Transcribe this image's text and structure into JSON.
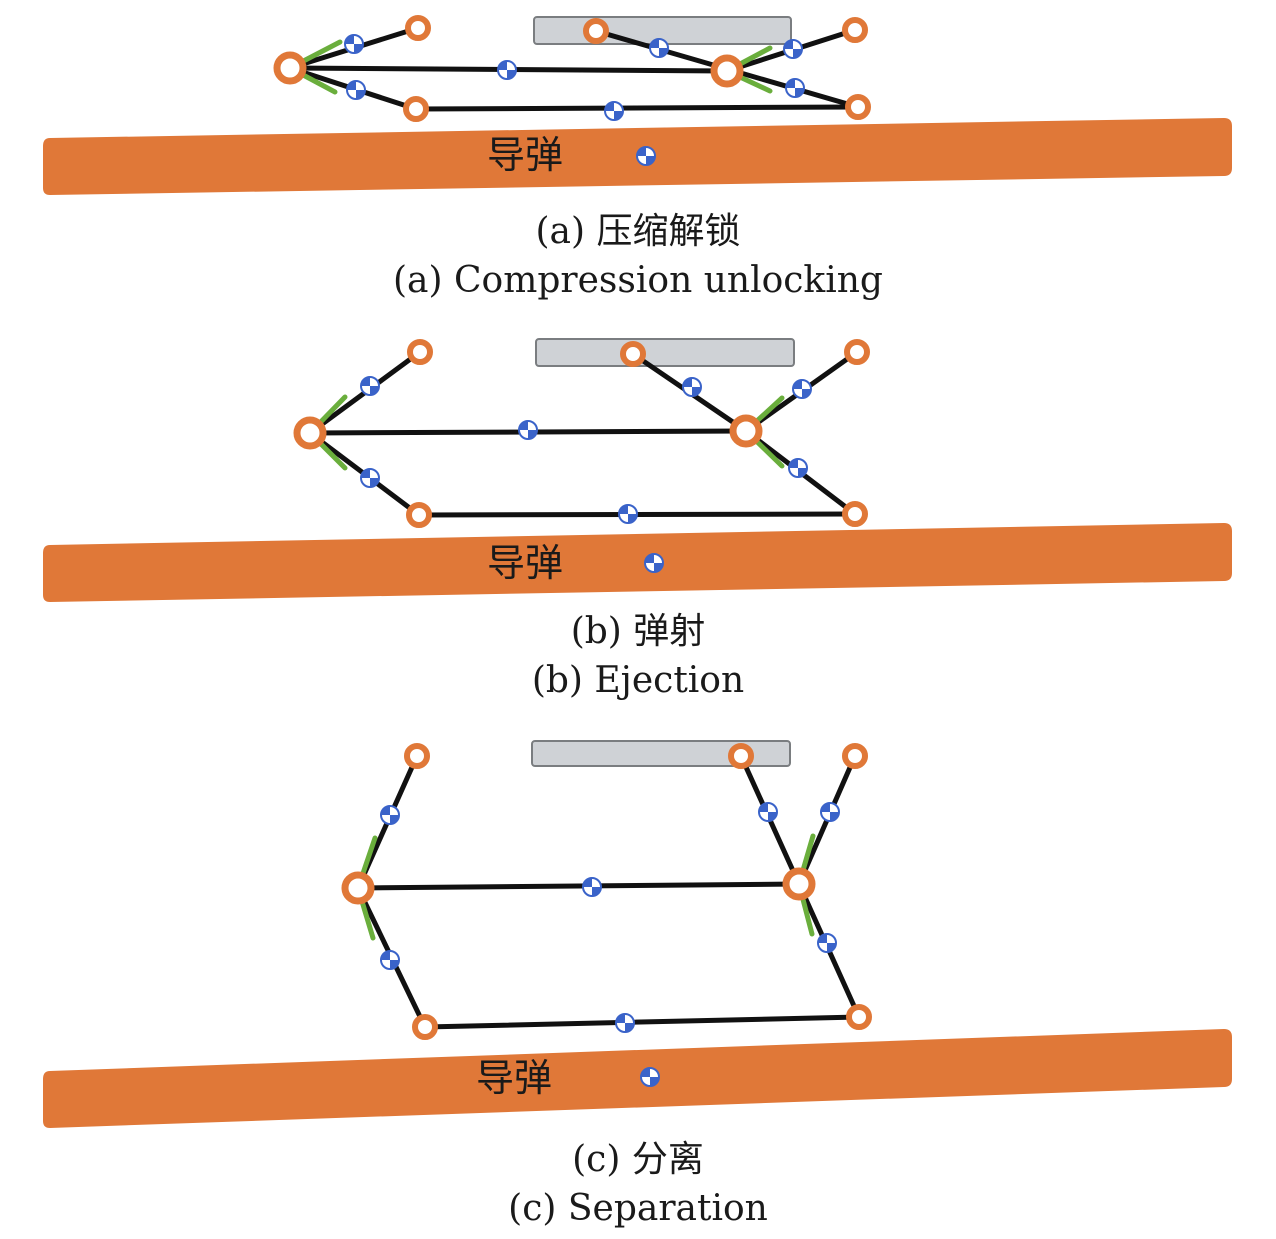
{
  "colors": {
    "missile": "#e07838",
    "rail": "#cfd2d6",
    "rail_border": "#7a7d80",
    "link": "#111111",
    "joint": "#e07838",
    "spring": "#6aae3c",
    "centroid": "#3a63c9"
  },
  "icon_names": [
    "joint-pin-icon",
    "centroid-marker-icon",
    "spring-bracket-icon"
  ],
  "panels": [
    {
      "missile_label": "导弹",
      "caption_cn": "(a) 压缩解锁",
      "caption_en": "(a) Compression unlocking"
    },
    {
      "missile_label": "导弹",
      "caption_cn": "(b) 弹射",
      "caption_en": "(b) Ejection"
    },
    {
      "missile_label": "导弹",
      "caption_cn": "(c) 分离",
      "caption_en": "(c) Separation"
    }
  ]
}
